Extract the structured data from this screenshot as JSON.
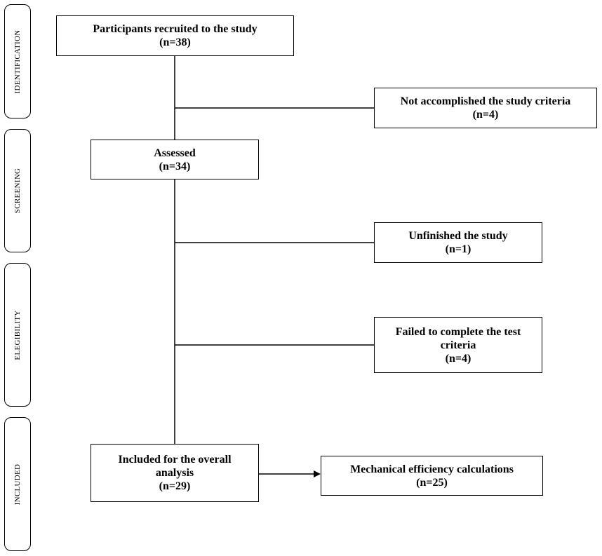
{
  "phases": {
    "identification": "IDENTIFICATION",
    "screening": "SCREENING",
    "elegibility": "ELEGIBILITY",
    "included": "INCLUDED"
  },
  "boxes": {
    "recruited": {
      "title": "Participants recruited to the study",
      "count": "(n=38)"
    },
    "not_accomplished": {
      "title": "Not accomplished the study criteria",
      "count": "(n=4)"
    },
    "assessed": {
      "title": "Assessed",
      "count": "(n=34)"
    },
    "unfinished": {
      "title": "Unfinished the study",
      "count": "(n=1)"
    },
    "failed": {
      "title_line1": "Failed to complete the test",
      "title_line2": "criteria",
      "count": "(n=4)"
    },
    "included": {
      "title_line1": "Included for the overall",
      "title_line2": "analysis",
      "count": "(n=29)"
    },
    "mechanical": {
      "title": "Mechanical efficiency calculations",
      "count": "(n=25)"
    }
  }
}
